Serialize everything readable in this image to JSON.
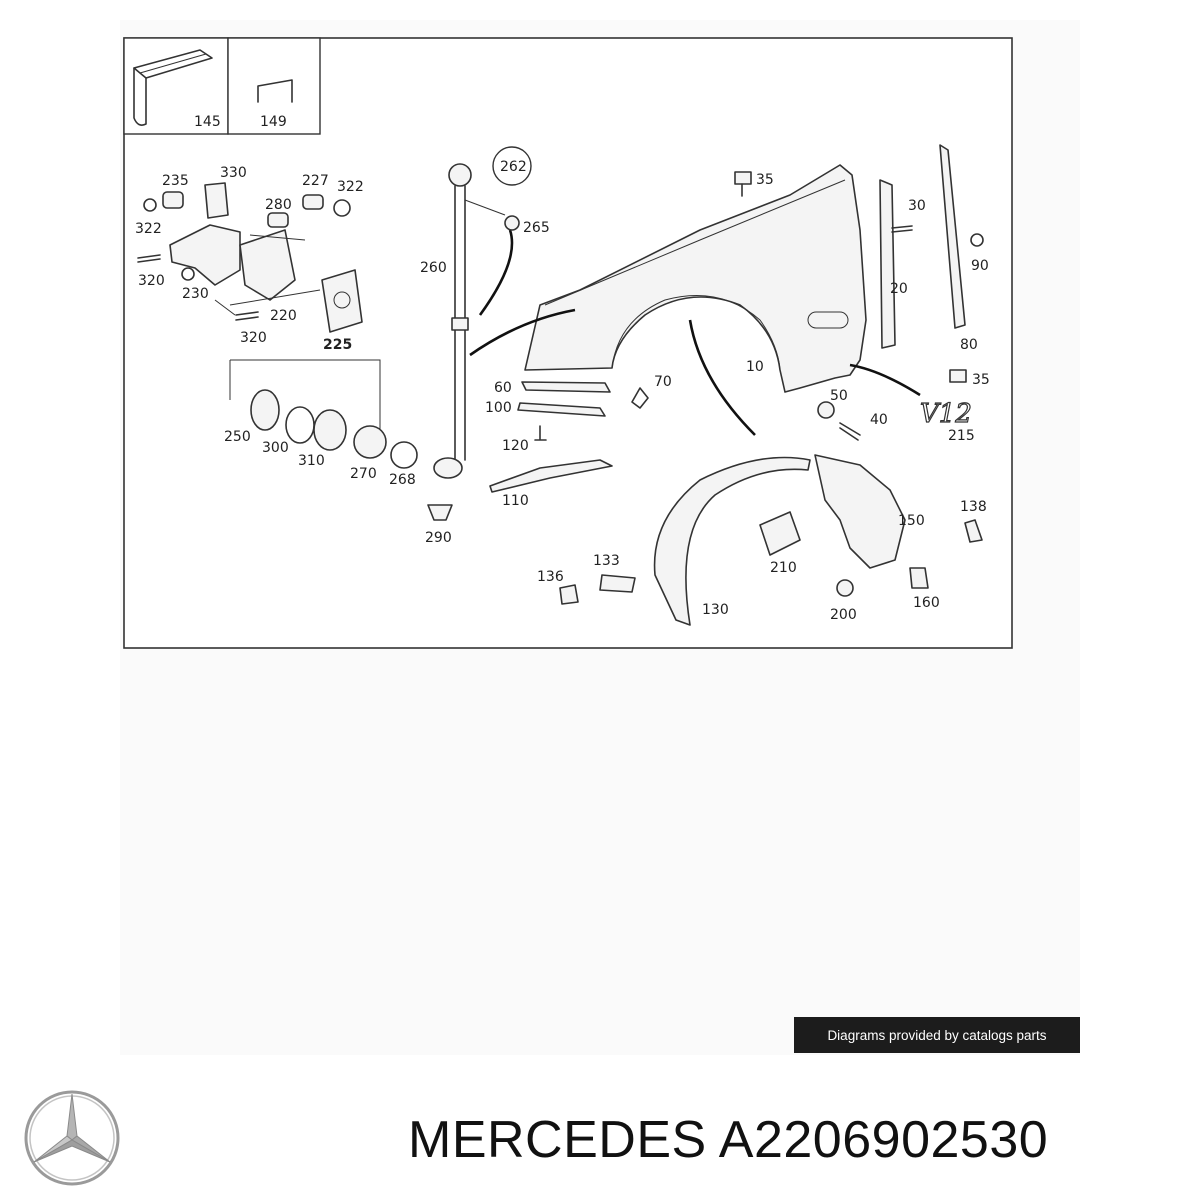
{
  "diagram": {
    "labels": {
      "l145": "145",
      "l149": "149",
      "l262": "262",
      "l265": "265",
      "l260": "260",
      "l235": "235",
      "l330": "330",
      "l227": "227",
      "l322a": "322",
      "l322b": "322",
      "l280": "280",
      "l320a": "320",
      "l320b": "320",
      "l230": "230",
      "l220": "220",
      "l225": "225",
      "l250": "250",
      "l300": "300",
      "l310": "310",
      "l270": "270",
      "l268": "268",
      "l290": "290",
      "l35a": "35",
      "l30": "30",
      "l90": "90",
      "l20": "20",
      "l80": "80",
      "l35b": "35",
      "l10": "10",
      "l60": "60",
      "l100": "100",
      "l70": "70",
      "l50": "50",
      "l40": "40",
      "l215": "215",
      "l120": "120",
      "l110": "110",
      "l138": "138",
      "l150": "150",
      "l210": "210",
      "l136": "136",
      "l133": "133",
      "l130": "130",
      "l200": "200",
      "l160": "160"
    },
    "emblem_text": "V12"
  },
  "caption": "Diagrams provided by catalogs parts",
  "title": "MERCEDES A2206902530",
  "brand_logo": "mercedes-star-logo",
  "colors": {
    "caption_bg": "#1c1c1c",
    "caption_text": "#ffffff",
    "line": "#333333"
  }
}
